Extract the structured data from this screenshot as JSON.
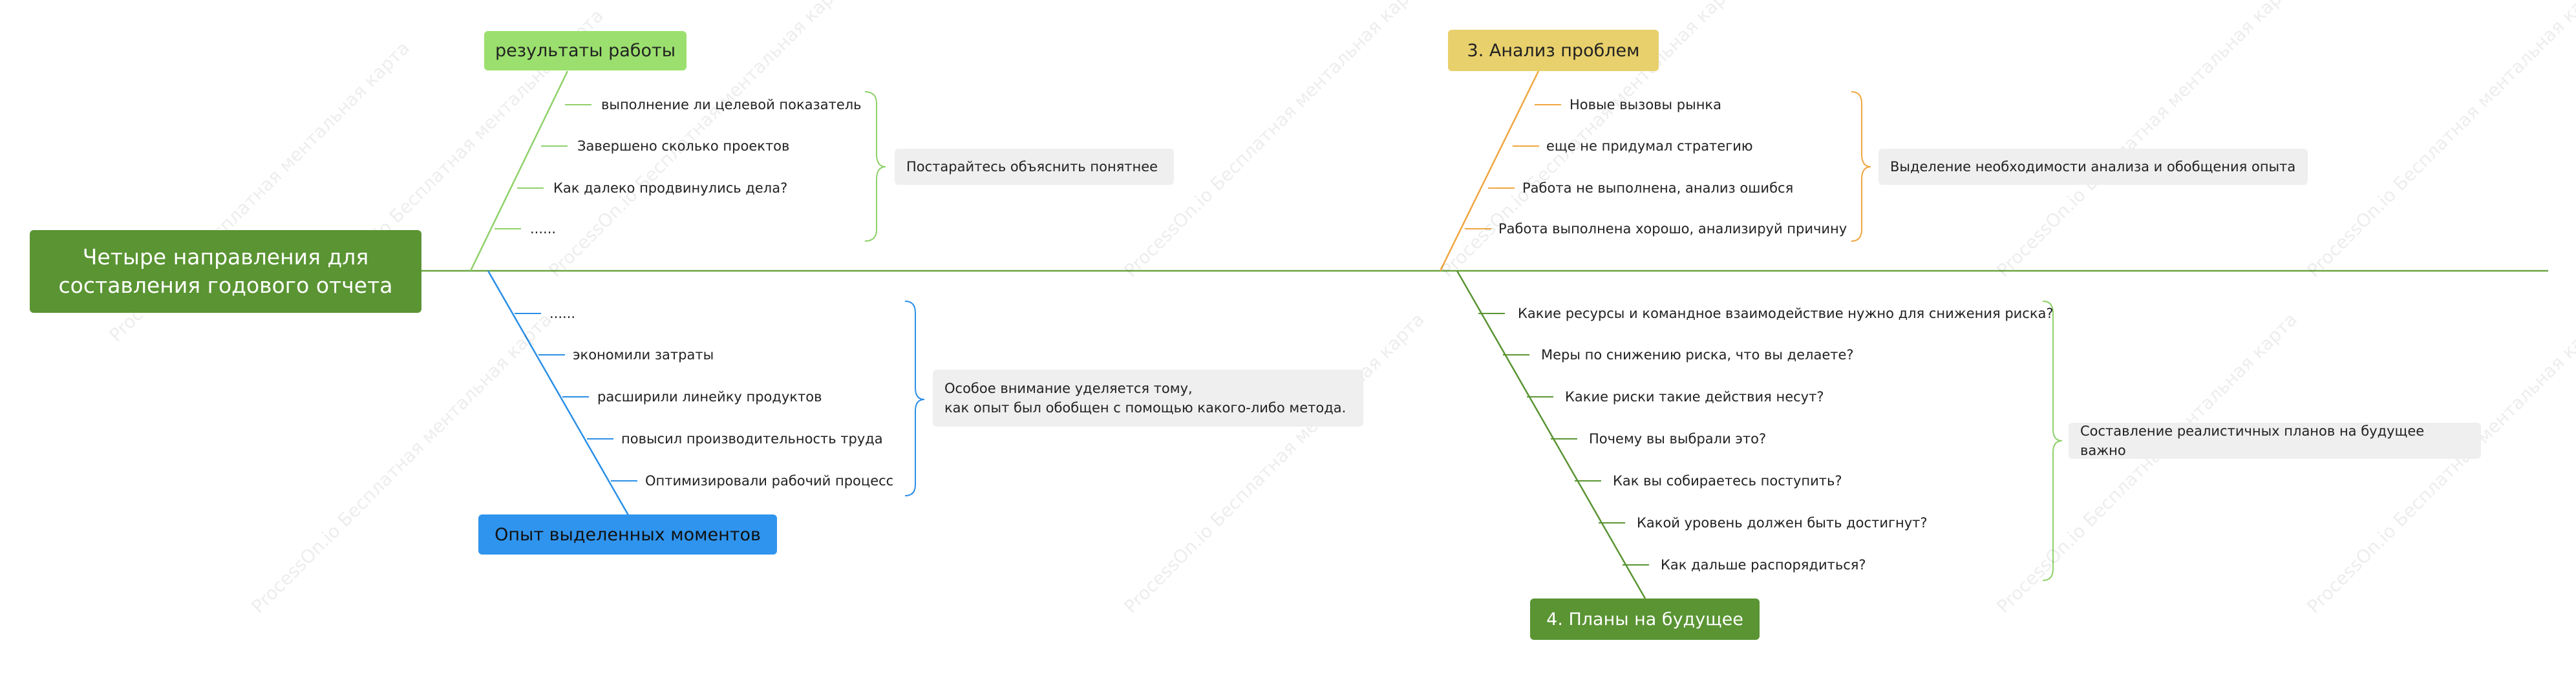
{
  "watermark": "ProcessOn.io Бесплатная ментальная карта",
  "root": {
    "title": "Четыре направления для составления годового отчета"
  },
  "branches": {
    "results": {
      "title": "результаты работы",
      "items": [
        "выполнение ли целевой показатель",
        "Завершено сколько проектов",
        "Как далеко продвинулись дела?",
        "......"
      ],
      "note": "Постарайтесь объяснить понятнее",
      "color": "#8fd16a"
    },
    "highlights": {
      "title": "Опыт выделенных моментов",
      "items": [
        "......",
        "экономили затраты",
        "расширили линейку продуктов",
        "повысил производительность труда",
        "Оптимизировали рабочий процесс"
      ],
      "note": "Особое внимание уделяется тому,\nкак опыт был обобщен с помощью какого-либо метода.",
      "color": "#2b8fe6"
    },
    "problems": {
      "title": "3. Анализ проблем",
      "items": [
        "Новые вызовы рынка",
        "еще не придумал стратегию",
        "Работа не выполнена, анализ ошибся",
        "Работа выполнена хорошо, анализируй причину"
      ],
      "note": "Выделение необходимости анализа и обобщения опыта",
      "color": "#f0a640"
    },
    "plans": {
      "title": "4. Планы на будущее",
      "items": [
        "Какие ресурсы и командное взаимодействие нужно для снижения риска?",
        "Меры по снижению риска, что вы делаете?",
        "Какие риски такие действия несут?",
        "Почему вы выбрали это?",
        "Как вы собираетесь поступить?",
        "Какой уровень должен быть достигнут?",
        "Как дальше распорядиться?"
      ],
      "note": "Составление реалистичных планов на будущее важно",
      "color": "#5a9433"
    }
  },
  "colors": {
    "spine": "#6aa640",
    "results_box": "#9be06e",
    "highlights_box": "#2f94ee",
    "problems_box": "#e8d06c",
    "plans_box": "#5a9433"
  }
}
